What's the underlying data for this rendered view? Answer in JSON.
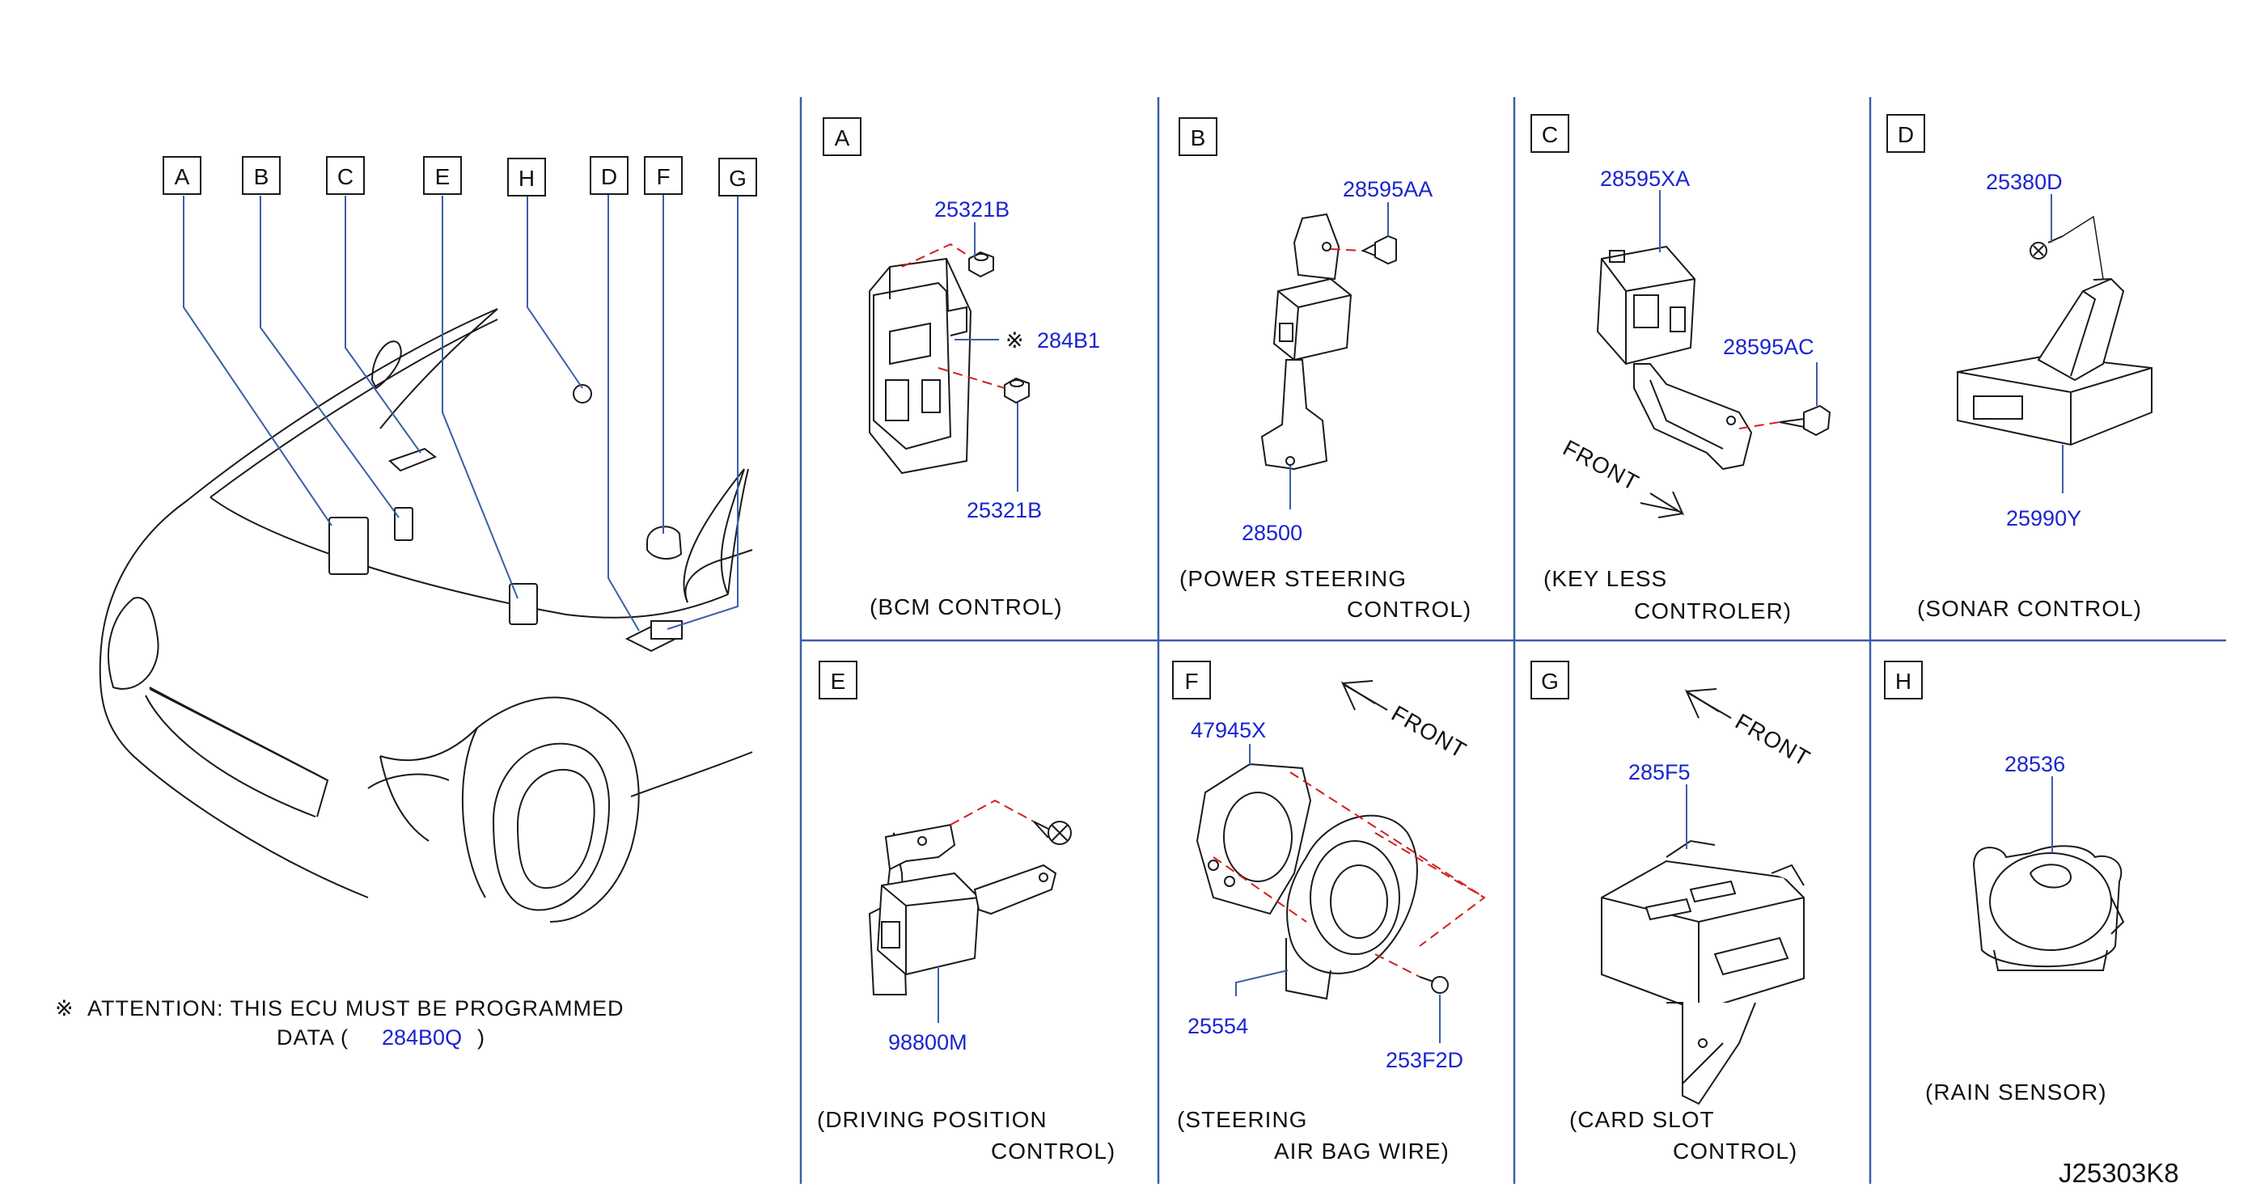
{
  "overview": {
    "callout_letters": [
      "A",
      "B",
      "C",
      "E",
      "H",
      "D",
      "F",
      "G"
    ],
    "attention_symbol": "※",
    "attention_line1": "ATTENTION:  THIS  ECU  MUST  BE  PROGRAMMED",
    "attention_data_label": "DATA  (",
    "attention_part": "284B0Q",
    "attention_close": ")"
  },
  "panels": {
    "a": {
      "letter": "A",
      "parts": [
        "25321B",
        "284B1",
        "25321B"
      ],
      "marker": "※",
      "caption": [
        "(BCM   CONTROL)"
      ]
    },
    "b": {
      "letter": "B",
      "parts": [
        "28595AA",
        "28500"
      ],
      "caption": [
        "(POWER   STEERING",
        "CONTROL)"
      ]
    },
    "c": {
      "letter": "C",
      "parts": [
        "28595XA",
        "28595AC"
      ],
      "front": "FRONT",
      "caption": [
        "(KEY   LESS",
        "CONTROLER)"
      ]
    },
    "d": {
      "letter": "D",
      "parts": [
        "25380D",
        "25990Y"
      ],
      "caption": [
        "(SONAR   CONTROL)"
      ]
    },
    "e": {
      "letter": "E",
      "parts": [
        "98800M"
      ],
      "caption": [
        "(DRIVING   POSITION",
        "CONTROL)"
      ]
    },
    "f": {
      "letter": "F",
      "parts": [
        "47945X",
        "25554",
        "253F2D"
      ],
      "front": "FRONT",
      "caption": [
        "(STEERING",
        "AIR   BAG   WIRE)"
      ]
    },
    "g": {
      "letter": "G",
      "parts": [
        "285F5"
      ],
      "front": "FRONT",
      "caption": [
        "(CARD   SLOT",
        "CONTROL)"
      ]
    },
    "h": {
      "letter": "H",
      "parts": [
        "28536"
      ],
      "caption": [
        "(RAIN   SENSOR)"
      ]
    }
  },
  "diagram_code": "J25303K8",
  "colors": {
    "part_number": "#1a24d0",
    "leader_line": "#3a5fa8",
    "dashed_line": "#d21f1f",
    "line_art": "#1a1a1a"
  }
}
